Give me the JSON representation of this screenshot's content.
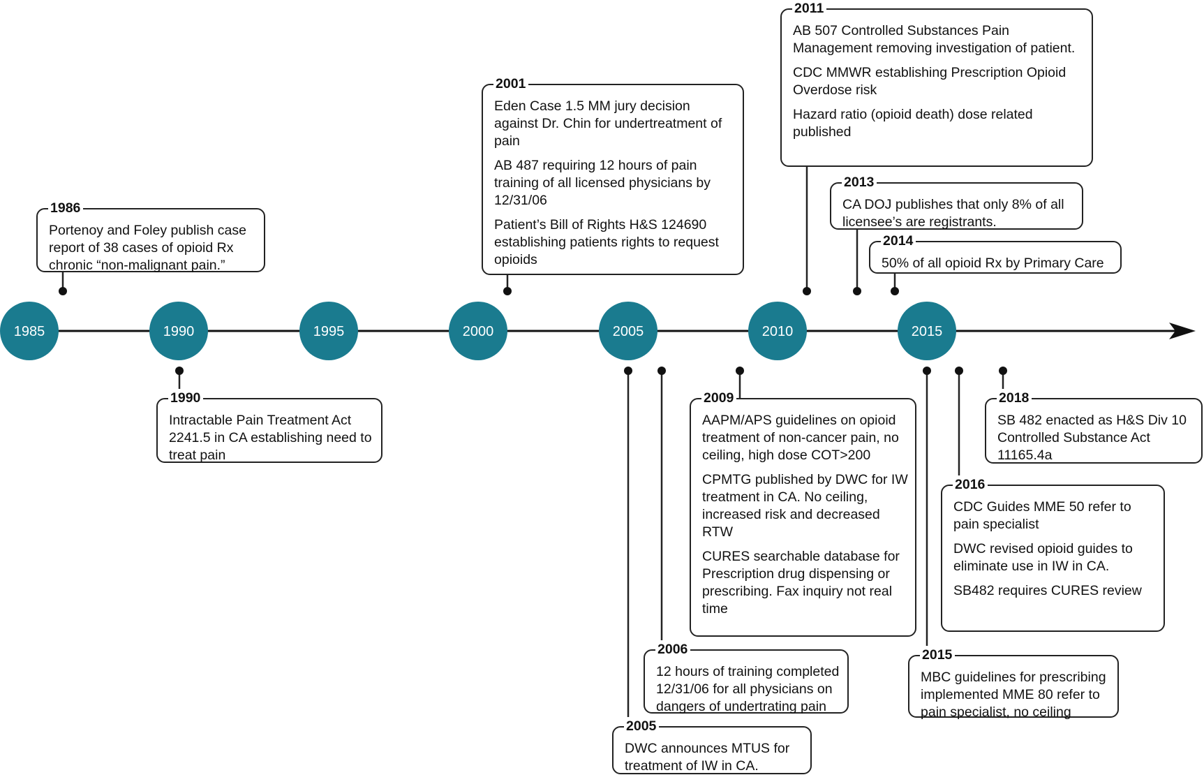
{
  "axis": {
    "years": [
      "1985",
      "1990",
      "1995",
      "2000",
      "2005",
      "2010",
      "2015"
    ],
    "circle_color": "#1a7b8f",
    "line_color": "#111111",
    "text_color": "#ffffff"
  },
  "events": [
    {
      "id": "1986",
      "year": "1986",
      "items": [
        "Portenoy and Foley publish case report of 38 cases of opioid Rx chronic “non-malignant pain.”"
      ]
    },
    {
      "id": "2001",
      "year": "2001",
      "items": [
        "Eden Case 1.5 MM jury decision against Dr. Chin for undertreatment of pain",
        "AB 487 requiring 12 hours of pain training of all licensed physicians by 12/31/06",
        "Patient’s Bill of Rights H&S 124690 establishing patients rights to request opioids"
      ]
    },
    {
      "id": "2011",
      "year": "2011",
      "items": [
        "AB 507 Controlled Substances Pain Management removing investigation of patient.",
        "CDC MMWR establishing Prescription Opioid Overdose risk",
        "Hazard ratio (opioid death) dose related published"
      ]
    },
    {
      "id": "2013",
      "year": "2013",
      "items": [
        "CA DOJ publishes that only 8% of all licensee’s are registrants."
      ]
    },
    {
      "id": "2014",
      "year": "2014",
      "items": [
        "50% of all opioid Rx by Primary Care"
      ]
    },
    {
      "id": "1990",
      "year": "1990",
      "items": [
        "Intractable Pain Treatment Act 2241.5 in CA establishing need to treat pain"
      ]
    },
    {
      "id": "2009",
      "year": "2009",
      "items": [
        "AAPM/APS guidelines on opioid treatment of non-cancer pain, no ceiling, high dose COT>200",
        "CPMTG published by DWC for IW treatment in CA. No ceiling, increased risk and decreased RTW",
        "CURES searchable database for Prescription drug dispensing or prescribing. Fax inquiry not real time"
      ]
    },
    {
      "id": "2006",
      "year": "2006",
      "items": [
        "12 hours of training completed 12/31/06 for all physicians on dangers of undertrating pain"
      ]
    },
    {
      "id": "2005",
      "year": "2005",
      "items": [
        "DWC announces MTUS for treatment of IW in CA."
      ]
    },
    {
      "id": "2018",
      "year": "2018",
      "items": [
        "SB 482 enacted as H&S Div 10 Controlled Substance Act 11165.4a"
      ]
    },
    {
      "id": "2016",
      "year": "2016",
      "items": [
        "CDC Guides MME 50 refer to pain specialist",
        "DWC revised opioid guides to eliminate use in IW in CA.",
        "SB482 requires CURES review"
      ]
    },
    {
      "id": "2015",
      "year": "2015",
      "items": [
        "MBC guidelines for prescribing implemented MME 80 refer to pain specialist, no ceiling"
      ]
    }
  ]
}
